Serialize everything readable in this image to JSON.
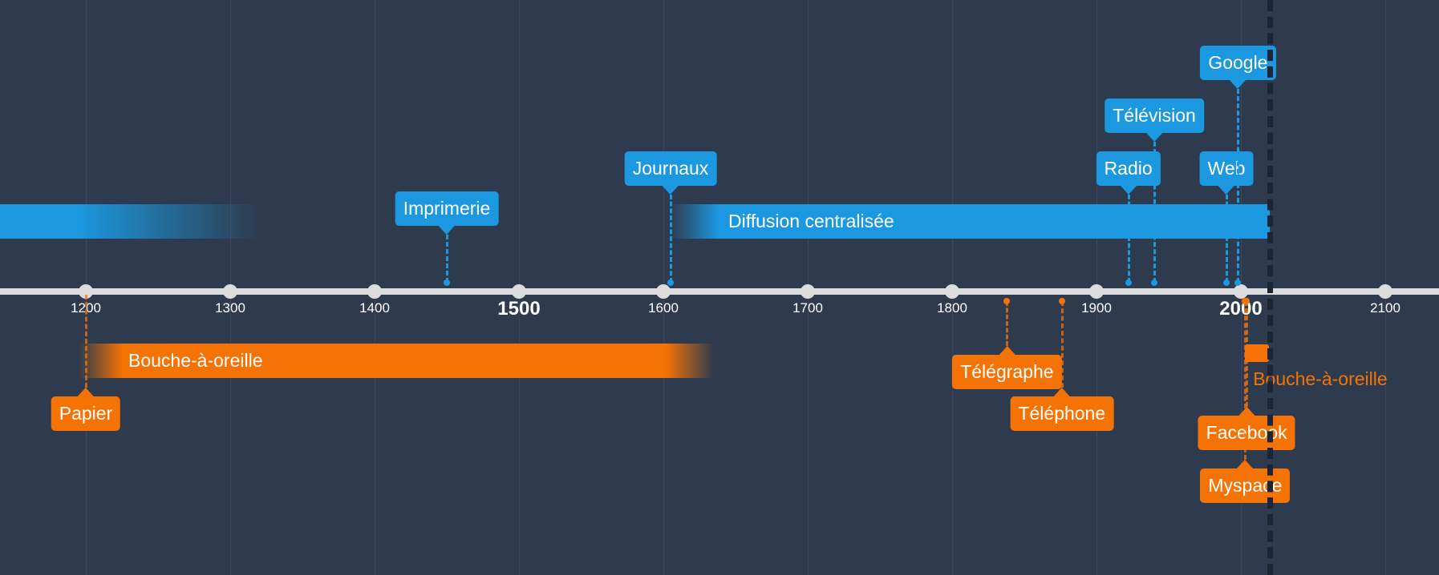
{
  "colors": {
    "background": "#2e3b4e",
    "axis": "#dcdcdc",
    "blue": "#1b98e0",
    "orange": "#f57205",
    "now_marker": "#1c2533"
  },
  "axis": {
    "ticks": [
      {
        "year": 1200,
        "label": "1200",
        "major": false
      },
      {
        "year": 1300,
        "label": "1300",
        "major": false
      },
      {
        "year": 1400,
        "label": "1400",
        "major": false
      },
      {
        "year": 1500,
        "label": "1500",
        "major": true
      },
      {
        "year": 1600,
        "label": "1600",
        "major": false
      },
      {
        "year": 1700,
        "label": "1700",
        "major": false
      },
      {
        "year": 1800,
        "label": "1800",
        "major": false
      },
      {
        "year": 1900,
        "label": "1900",
        "major": false
      },
      {
        "year": 2000,
        "label": "2000",
        "major": true
      },
      {
        "year": 2100,
        "label": "2100",
        "major": false
      }
    ],
    "current_year": 2020
  },
  "bands": [
    {
      "id": "diffusion-centralisee-early",
      "label": "",
      "color": "blue",
      "side": "above",
      "start": 1140,
      "end": 1320,
      "fade": "end"
    },
    {
      "id": "diffusion-centralisee",
      "label": "Diffusion centralisée",
      "color": "blue",
      "side": "above",
      "start": 1605,
      "end": 2020,
      "fade": "start"
    },
    {
      "id": "bouche-a-oreille",
      "label": "Bouche-à-oreille",
      "color": "orange",
      "side": "below",
      "start": 1195,
      "end": 1635,
      "fade": "both"
    }
  ],
  "events": [
    {
      "id": "imprimerie",
      "label": "Imprimerie",
      "year": 1450,
      "color": "blue",
      "side": "above",
      "level": 1
    },
    {
      "id": "journaux",
      "label": "Journaux",
      "year": 1605,
      "color": "blue",
      "side": "above",
      "level": 2
    },
    {
      "id": "radio",
      "label": "Radio",
      "year": 1922,
      "color": "blue",
      "side": "above",
      "level": 2
    },
    {
      "id": "television",
      "label": "Télévision",
      "year": 1940,
      "color": "blue",
      "side": "above",
      "level": 3
    },
    {
      "id": "web",
      "label": "Web",
      "year": 1990,
      "color": "blue",
      "side": "above",
      "level": 2
    },
    {
      "id": "google",
      "label": "Google",
      "year": 1998,
      "color": "blue",
      "side": "above",
      "level": 4
    },
    {
      "id": "papier",
      "label": "Papier",
      "year": 1200,
      "color": "orange",
      "side": "below",
      "level": 2
    },
    {
      "id": "telegraphe",
      "label": "Télégraphe",
      "year": 1838,
      "color": "orange",
      "side": "below",
      "level": 1
    },
    {
      "id": "telephone",
      "label": "Téléphone",
      "year": 1876,
      "color": "orange",
      "side": "below",
      "level": 2
    },
    {
      "id": "facebook",
      "label": "Facebook",
      "year": 2004,
      "color": "orange",
      "side": "below",
      "level": 3
    },
    {
      "id": "myspace",
      "label": "Myspace",
      "year": 2003,
      "color": "orange",
      "side": "below",
      "level": 4
    }
  ],
  "ongoing": {
    "label": "Bouche-à-oreille",
    "color": "orange",
    "start": 2004
  }
}
